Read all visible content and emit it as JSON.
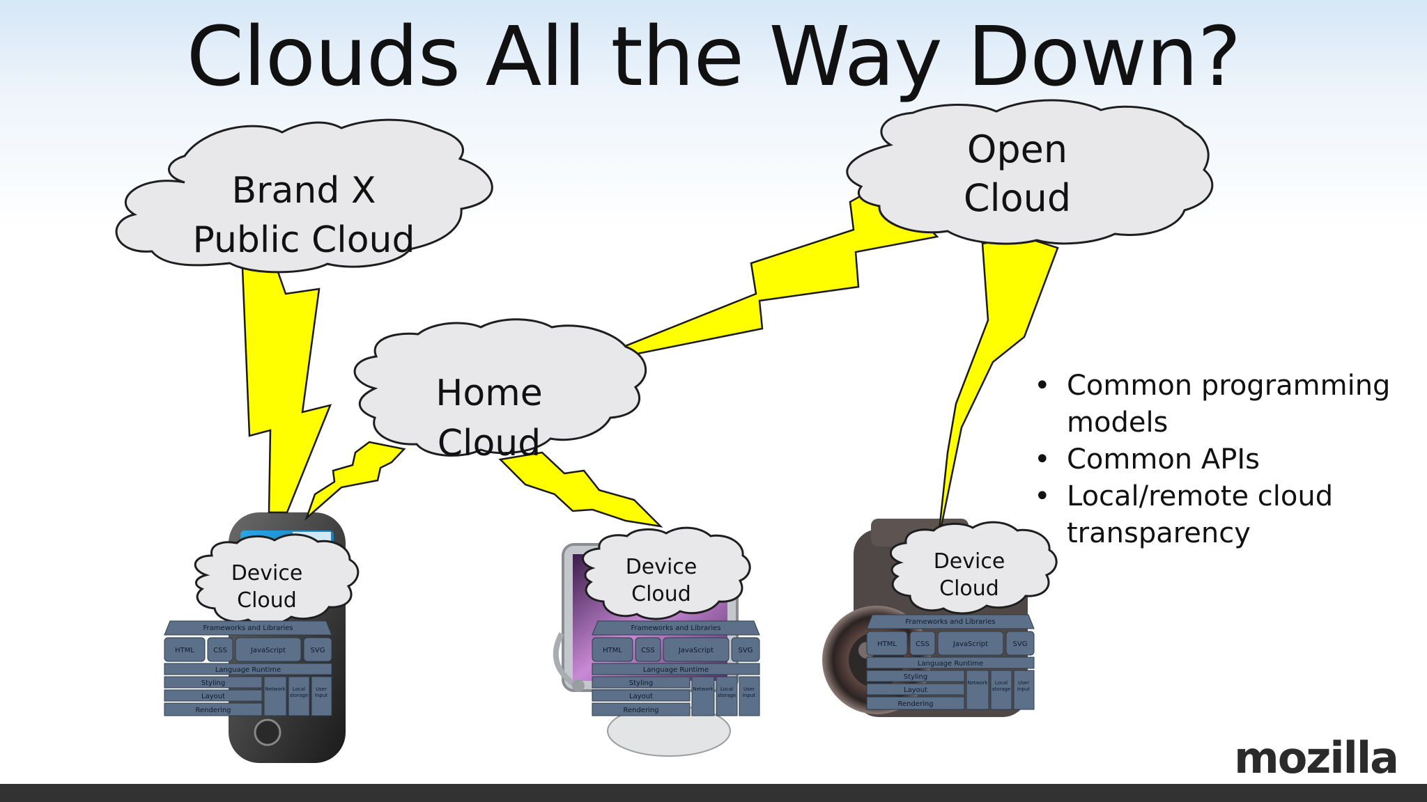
{
  "slide": {
    "title": "Clouds All the Way Down?"
  },
  "clouds": {
    "brand_x": {
      "lines": [
        "Brand X",
        "Public Cloud"
      ]
    },
    "open": {
      "lines": [
        "Open",
        "Cloud"
      ]
    },
    "home": {
      "lines": [
        "Home",
        "Cloud"
      ]
    },
    "device_phone": {
      "lines": [
        "Device",
        "Cloud"
      ]
    },
    "device_tablet": {
      "lines": [
        "Device",
        "Cloud"
      ]
    },
    "device_camera": {
      "lines": [
        "Device",
        "Cloud"
      ]
    }
  },
  "stack_labels": {
    "frameworks": "Frameworks and Libraries",
    "html": "HTML",
    "css": "CSS",
    "javascript": "JavaScript",
    "svg": "SVG",
    "runtime": "Language Runtime",
    "styling": "Styling",
    "layout": "Layout",
    "rendering": "Rendering",
    "network": "Network",
    "local_storage": [
      "Local",
      "storage"
    ],
    "user_input": [
      "User",
      "Input"
    ]
  },
  "bullets": [
    "Common programming models",
    "Common APIs",
    "Local/remote cloud transparency"
  ],
  "bullet_symbol": "•",
  "brand": "mozilla",
  "colors": {
    "lightning": "#ffff00",
    "cloud_fill": "#e8e8ea",
    "stack_fill": "#5c7089",
    "footer": "#323232"
  }
}
